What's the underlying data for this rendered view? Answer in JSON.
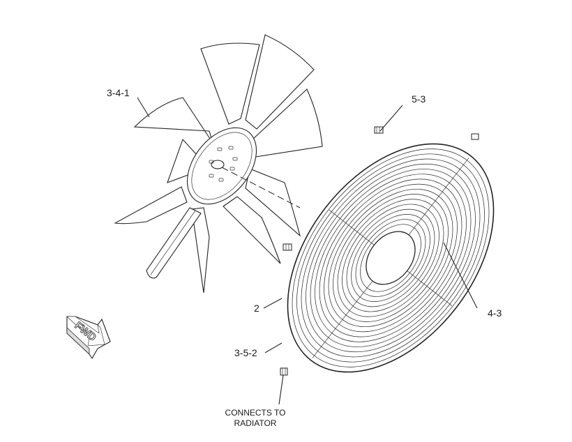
{
  "callouts": {
    "fan": "3-4-1",
    "top_fastener": "5-3",
    "guard": "2",
    "guard_clip": "4-3",
    "lower_fastener": "3-5-2"
  },
  "note": {
    "line1": "CONNECTS TO",
    "line2": "RADIATOR"
  },
  "direction_arrow": {
    "label": "FWD"
  },
  "icons": {
    "direction": "forward-arrow-icon"
  }
}
